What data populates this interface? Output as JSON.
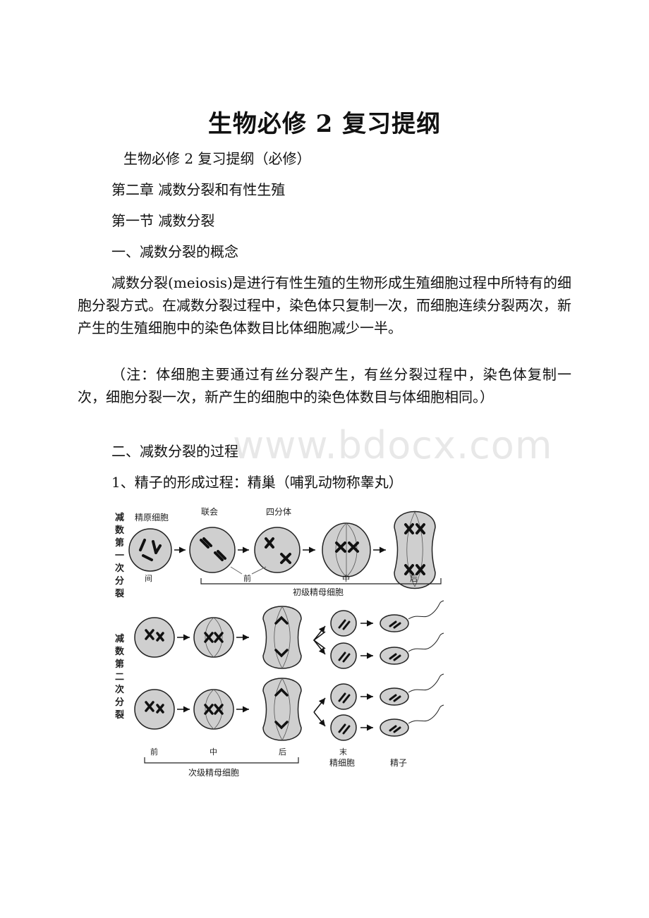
{
  "document": {
    "title": "生物必修 2 复习提纲",
    "subtitle": "生物必修 2 复习提纲（必修）",
    "chapter": "第二章 减数分裂和有性生殖",
    "section": "第一节 减数分裂",
    "heading1": "一、减数分裂的概念",
    "paragraph1": "减数分裂(meiosis)是进行有性生殖的生物形成生殖细胞过程中所特有的细胞分裂方式。在减数分裂过程中，染色体只复制一次，而细胞连续分裂两次，新产生的生殖细胞中的染色体数目比体细胞减少一半。",
    "note": "（注：体细胞主要通过有丝分裂产生，有丝分裂过程中，染色体复制一次，细胞分裂一次，新产生的细胞中的染色体数目与体细胞相同。）",
    "heading2": "二、减数分裂的过程",
    "item1": "1、精子的形成过程：精巢（哺乳动物称睾丸）",
    "watermark": "www.bdocx.com"
  },
  "figure": {
    "row1_side_label": "减数第一次分裂",
    "row2_side_label": "减数第二次分裂",
    "row1_labels": {
      "spermatogonium": "精原细胞",
      "synapsis": "联会",
      "tetrad": "四分体",
      "interphase": "间",
      "prophase": "前",
      "metaphase": "中",
      "anaphase": "后",
      "group": "初级精母细胞"
    },
    "row2_labels": {
      "prophase": "前",
      "metaphase": "中",
      "anaphase": "后",
      "telophase": "末",
      "spermatid": "精细胞",
      "sperm": "精子",
      "group": "次级精母细胞"
    }
  }
}
